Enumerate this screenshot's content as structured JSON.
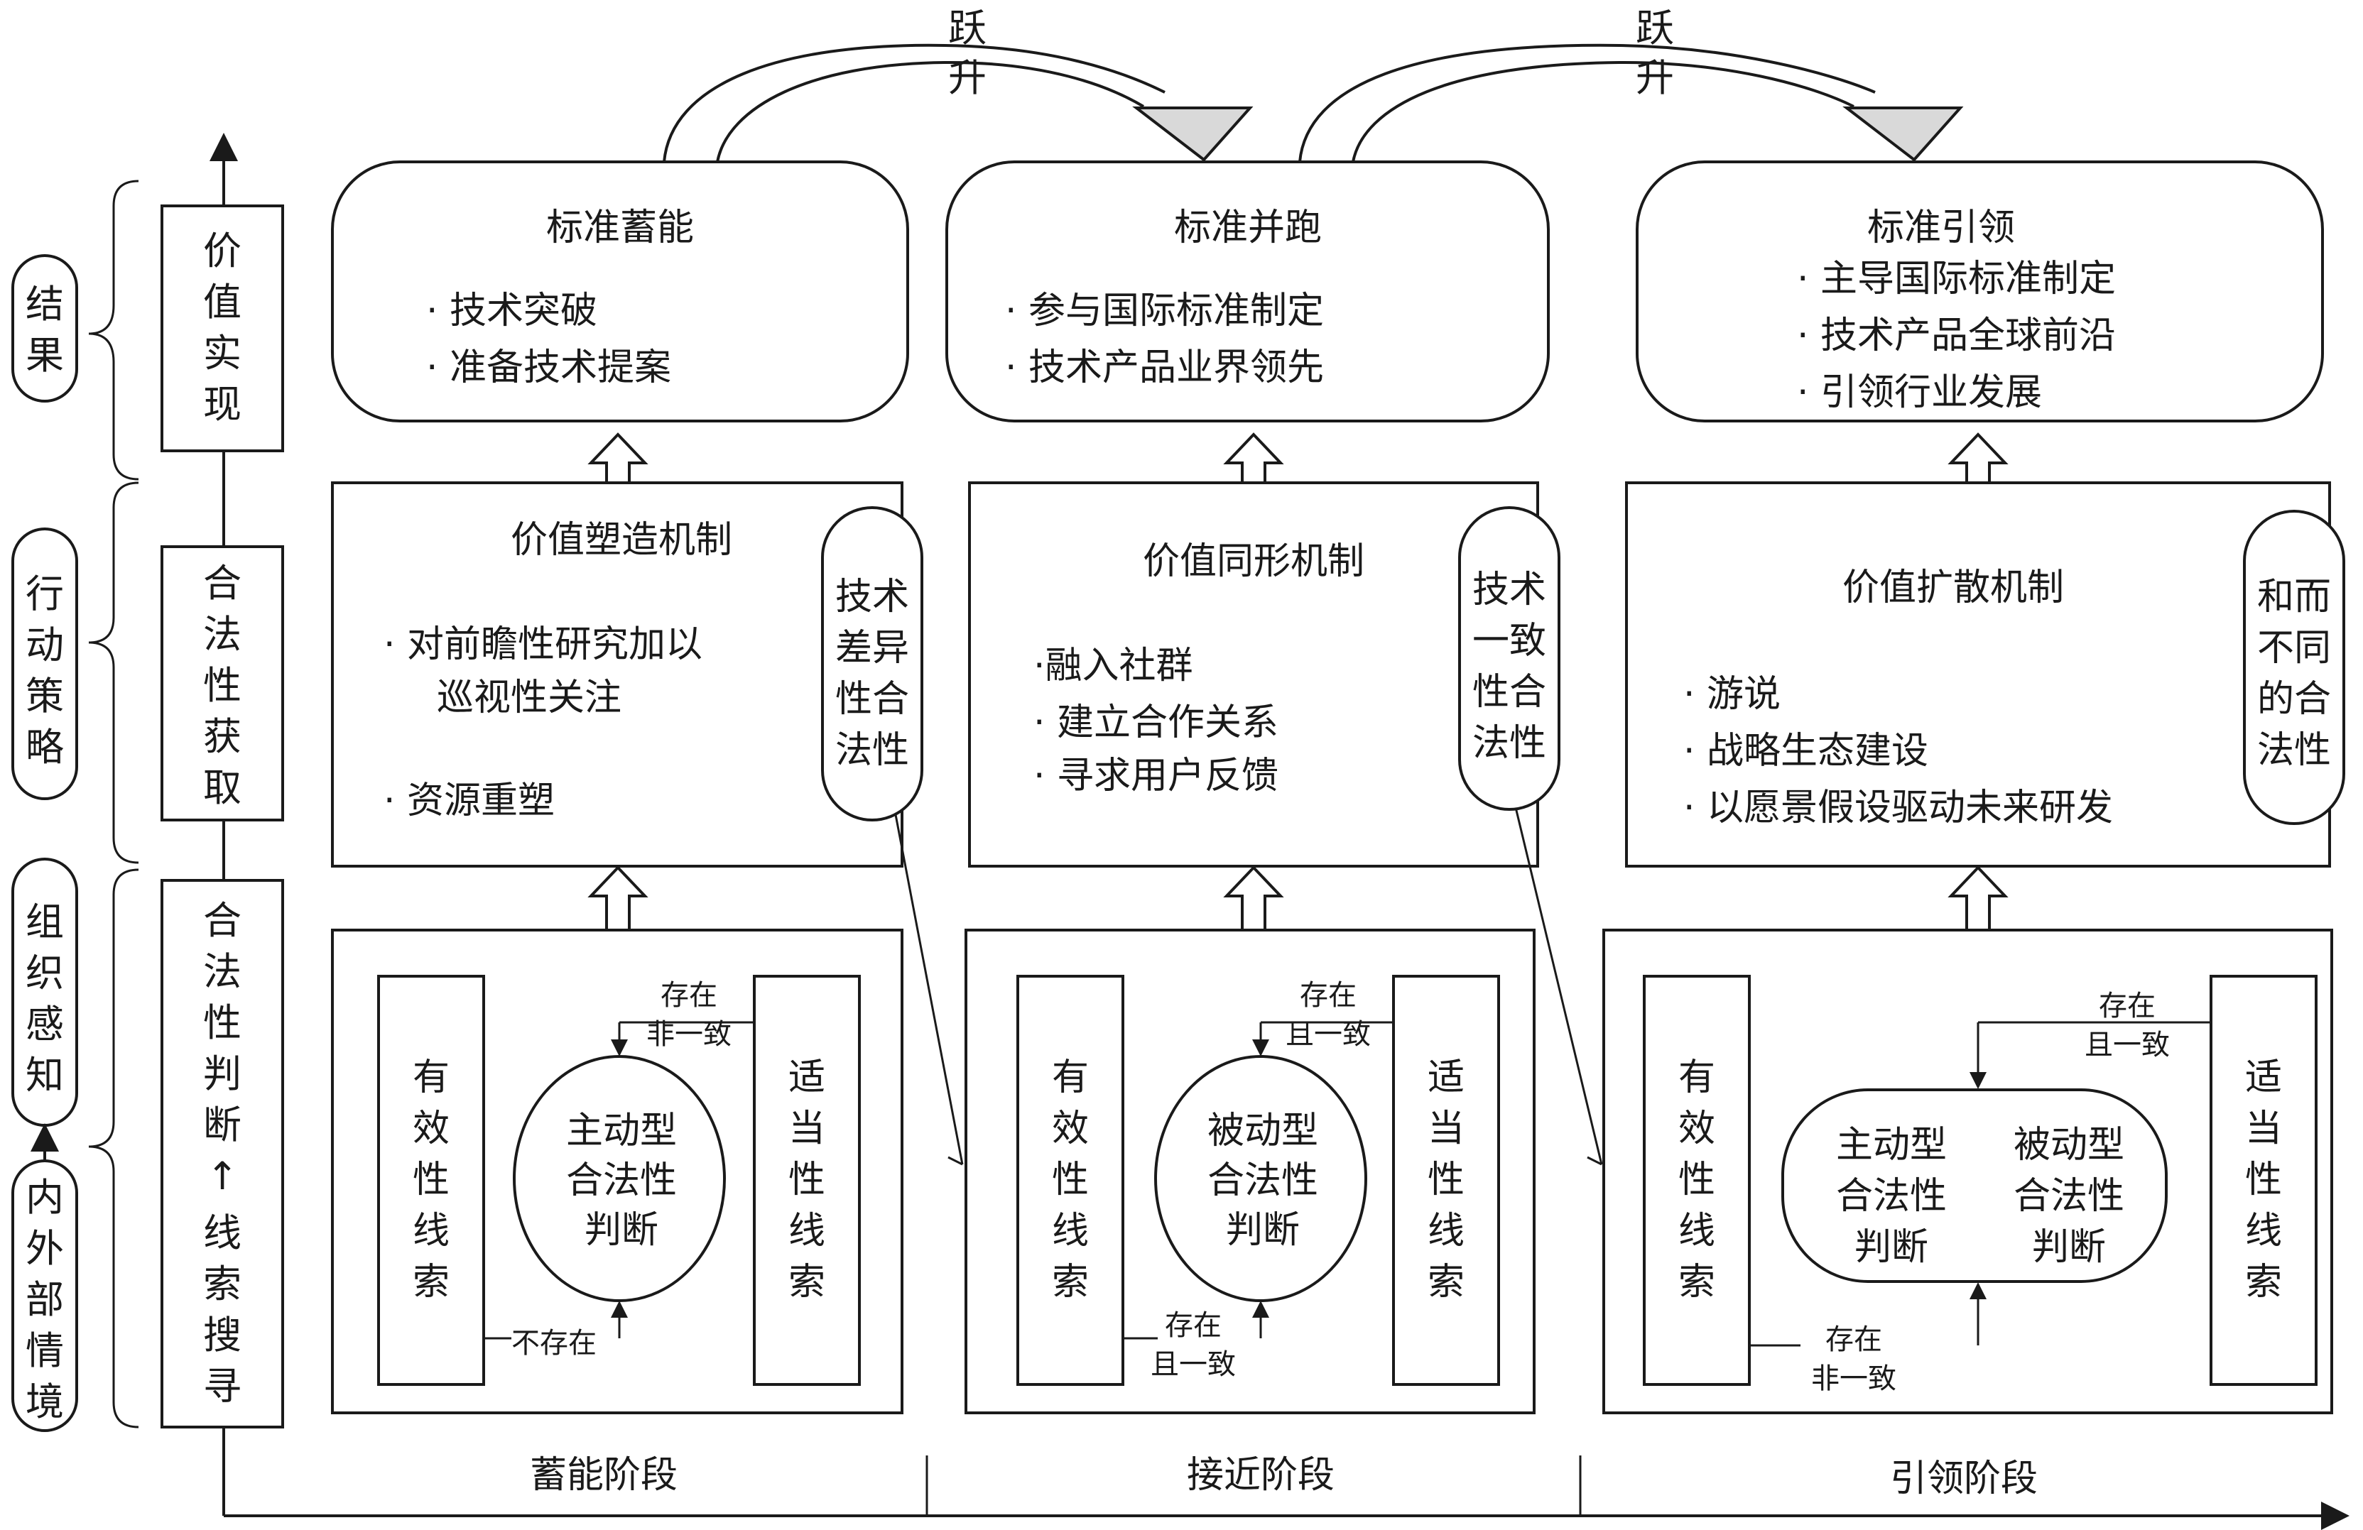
{
  "leaps": [
    "跃\n升",
    "跃\n升"
  ],
  "side_labels": {
    "result": "结\n果",
    "action": "行\n动\n策\n略",
    "org": "组\n织\n感\n知",
    "context": "内\n外\n部\n情\n境"
  },
  "axis_labels": {
    "value": "价\n值\n实\n现",
    "legit_get": "合\n法\n性\n获\n取",
    "judge": "合\n法\n性\n判\n断",
    "search": "线\n索\n搜\n寻",
    "up_arrow": "↑"
  },
  "stages": [
    {
      "phase": "蓄能阶段",
      "result_title": "标准蓄能",
      "result_items": [
        "· 技术突破",
        "· 准备技术提案"
      ],
      "mech_title": "价值塑造机制",
      "mech_items": [
        "· 对前瞻性研究加以",
        "巡视性关注",
        "· 资源重塑"
      ],
      "legit_badge": "技术\n差异\n性合\n法性",
      "left_cue": "有\n效\n性\n线\n索",
      "right_cue": "适\n当\n性\n线\n索",
      "judgment": [
        "主动型",
        "合法性",
        "判断"
      ],
      "top_flow": "存在\n非一致",
      "bottom_flow": "不存在"
    },
    {
      "phase": "接近阶段",
      "result_title": "标准并跑",
      "result_items": [
        "· 参与国际标准制定",
        "· 技术产品业界领先"
      ],
      "mech_title": "价值同形机制",
      "mech_items": [
        "·融入社群",
        "· 建立合作关系",
        "· 寻求用户反馈"
      ],
      "legit_badge": "技术\n一致\n性合\n法性",
      "left_cue": "有\n效\n性\n线\n索",
      "right_cue": "适\n当\n性\n线\n索",
      "judgment": [
        "被动型",
        "合法性",
        "判断"
      ],
      "top_flow": "存在\n且一致",
      "bottom_flow": "存在\n且一致"
    },
    {
      "phase": "引领阶段",
      "result_title": "标准引领",
      "result_items": [
        "· 主导国际标准制定",
        "· 技术产品全球前沿",
        "· 引领行业发展"
      ],
      "mech_title": "价值扩散机制",
      "mech_items": [
        "· 游说",
        "· 战略生态建设",
        "· 以愿景假设驱动未来研发"
      ],
      "legit_badge": "和而\n不同\n的合\n法性",
      "left_cue": "有\n效\n性\n线\n索",
      "right_cue": "适\n当\n性\n线\n索",
      "judgment_a": [
        "主动型",
        "合法性",
        "判断"
      ],
      "judgment_b": [
        "被动型",
        "合法性",
        "判断"
      ],
      "top_flow": "存在\n且一致",
      "bottom_flow": "存在\n非一致"
    }
  ]
}
